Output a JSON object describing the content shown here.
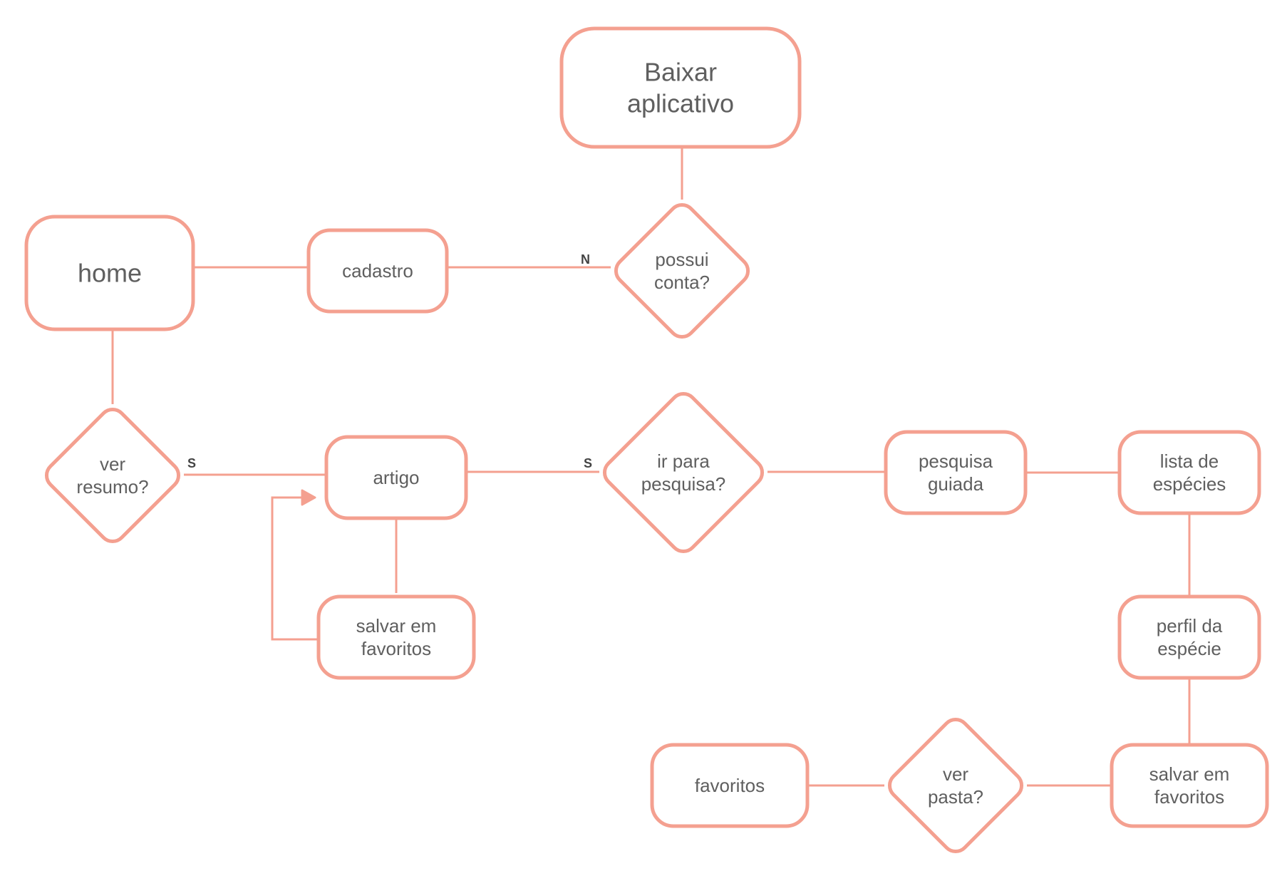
{
  "colors": {
    "stroke": "#f4a090",
    "text": "#5f5f5f",
    "label": "#444444",
    "background": "#ffffff"
  },
  "nodes": {
    "baixar_aplicativo": {
      "lines": [
        "Baixar",
        "aplicativo"
      ],
      "shape": "rounded-rect"
    },
    "possui_conta": {
      "lines": [
        "possui",
        "conta?"
      ],
      "shape": "diamond"
    },
    "cadastro": {
      "lines": [
        "cadastro"
      ],
      "shape": "rounded-rect"
    },
    "home": {
      "lines": [
        "home"
      ],
      "shape": "rounded-rect"
    },
    "ver_resumo": {
      "lines": [
        "ver",
        "resumo?"
      ],
      "shape": "diamond"
    },
    "artigo": {
      "lines": [
        "artigo"
      ],
      "shape": "rounded-rect"
    },
    "salvar_favoritos_artigo": {
      "lines": [
        "salvar em",
        "favoritos"
      ],
      "shape": "rounded-rect"
    },
    "ir_para_pesquisa": {
      "lines": [
        "ir para",
        "pesquisa?"
      ],
      "shape": "diamond"
    },
    "pesquisa_guiada": {
      "lines": [
        "pesquisa",
        "guiada"
      ],
      "shape": "rounded-rect"
    },
    "lista_especies": {
      "lines": [
        "lista de",
        "espécies"
      ],
      "shape": "rounded-rect"
    },
    "perfil_especie": {
      "lines": [
        "perfil da",
        "espécie"
      ],
      "shape": "rounded-rect"
    },
    "salvar_favoritos_especie": {
      "lines": [
        "salvar em",
        "favoritos"
      ],
      "shape": "rounded-rect"
    },
    "ver_pasta": {
      "lines": [
        "ver",
        "pasta?"
      ],
      "shape": "diamond"
    },
    "favoritos": {
      "lines": [
        "favoritos"
      ],
      "shape": "rounded-rect"
    }
  },
  "edges": [
    {
      "from": "baixar_aplicativo",
      "to": "possui_conta",
      "label": ""
    },
    {
      "from": "possui_conta",
      "to": "cadastro",
      "label": "N"
    },
    {
      "from": "cadastro",
      "to": "home",
      "label": ""
    },
    {
      "from": "home",
      "to": "ver_resumo",
      "label": ""
    },
    {
      "from": "ver_resumo",
      "to": "artigo",
      "label": "S"
    },
    {
      "from": "artigo",
      "to": "salvar_favoritos_artigo",
      "label": ""
    },
    {
      "from": "salvar_favoritos_artigo",
      "to": "artigo",
      "label": "",
      "arrow": true
    },
    {
      "from": "artigo",
      "to": "ir_para_pesquisa",
      "label": "S"
    },
    {
      "from": "ir_para_pesquisa",
      "to": "pesquisa_guiada",
      "label": ""
    },
    {
      "from": "pesquisa_guiada",
      "to": "lista_especies",
      "label": ""
    },
    {
      "from": "lista_especies",
      "to": "perfil_especie",
      "label": ""
    },
    {
      "from": "perfil_especie",
      "to": "salvar_favoritos_especie",
      "label": ""
    },
    {
      "from": "salvar_favoritos_especie",
      "to": "ver_pasta",
      "label": ""
    },
    {
      "from": "ver_pasta",
      "to": "favoritos",
      "label": ""
    }
  ]
}
